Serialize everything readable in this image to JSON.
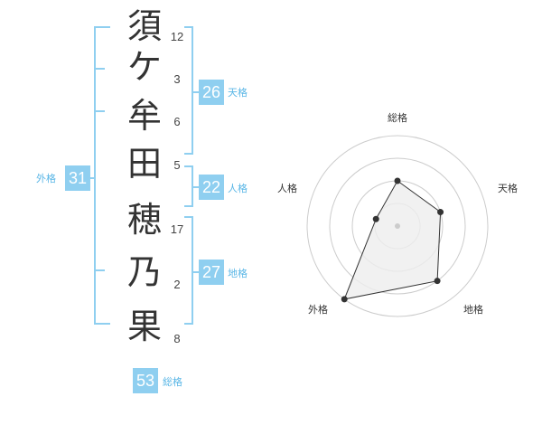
{
  "name": {
    "characters": [
      {
        "char": "須",
        "strokes": "12"
      },
      {
        "char": "ケ",
        "strokes": "3"
      },
      {
        "char": "牟",
        "strokes": "6"
      },
      {
        "char": "田",
        "strokes": "5"
      },
      {
        "char": "穂",
        "strokes": "17"
      },
      {
        "char": "乃",
        "strokes": "2"
      },
      {
        "char": "果",
        "strokes": "8"
      }
    ]
  },
  "kaku": {
    "tenkaku": {
      "value": "26",
      "label": "天格"
    },
    "jinkaku": {
      "value": "22",
      "label": "人格"
    },
    "chikaku": {
      "value": "27",
      "label": "地格"
    },
    "gaikaku": {
      "value": "31",
      "label": "外格"
    },
    "soukaku": {
      "value": "53",
      "label": "総格"
    }
  },
  "radar": {
    "axes": [
      "総格",
      "天格",
      "地格",
      "外格",
      "人格"
    ],
    "levels": 4,
    "scores": [
      2,
      2,
      3,
      4,
      1
    ],
    "max_score": 4,
    "line_color": "#333333",
    "fill_color": "#eeeeee",
    "ring_color": "#cccccc"
  },
  "colors": {
    "accent": "#8fcff0",
    "accent_text": "#59b6e6"
  }
}
